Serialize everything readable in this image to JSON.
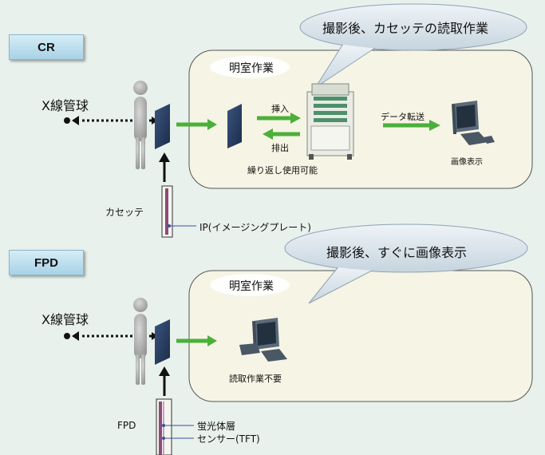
{
  "cr": {
    "tab": "CR",
    "bubble": "撮影後、カセッテの読取作業",
    "room": "明室作業",
    "xray": "X線管球",
    "insert": "挿入",
    "eject": "排出",
    "transfer": "データ転送",
    "reusable": "繰り返し使用可能",
    "display": "画像表示",
    "cassette": "カセッテ",
    "ip": "IP(イメージングプレート)"
  },
  "fpd": {
    "tab": "FPD",
    "bubble": "撮影後、すぐに画像表示",
    "room": "明室作業",
    "xray": "X線管球",
    "noread": "読取作業不要",
    "label": "FPD",
    "phosphor": "蛍光体層",
    "sensor": "センサー(TFT)"
  },
  "colors": {
    "panel_bg": "#f6f4e4",
    "arrow_green": "#4caf3a",
    "plate_blue": "#2a3f63",
    "figure": "#a9a9a9"
  }
}
